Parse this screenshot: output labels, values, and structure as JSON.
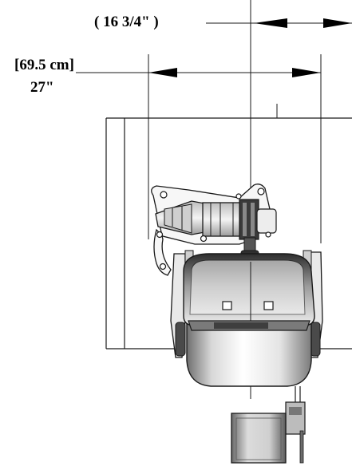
{
  "dimensions": {
    "depth_label": "( 16 3/4\" )",
    "width_metric_label": "[69.5 cm]",
    "width_imperial_label": "27\""
  },
  "colors": {
    "line": "#1a1a1a",
    "steel_light": "#f2f2f2",
    "steel_mid": "#a9a9a9",
    "steel_dark": "#4a4a4a",
    "background": "#ffffff"
  }
}
